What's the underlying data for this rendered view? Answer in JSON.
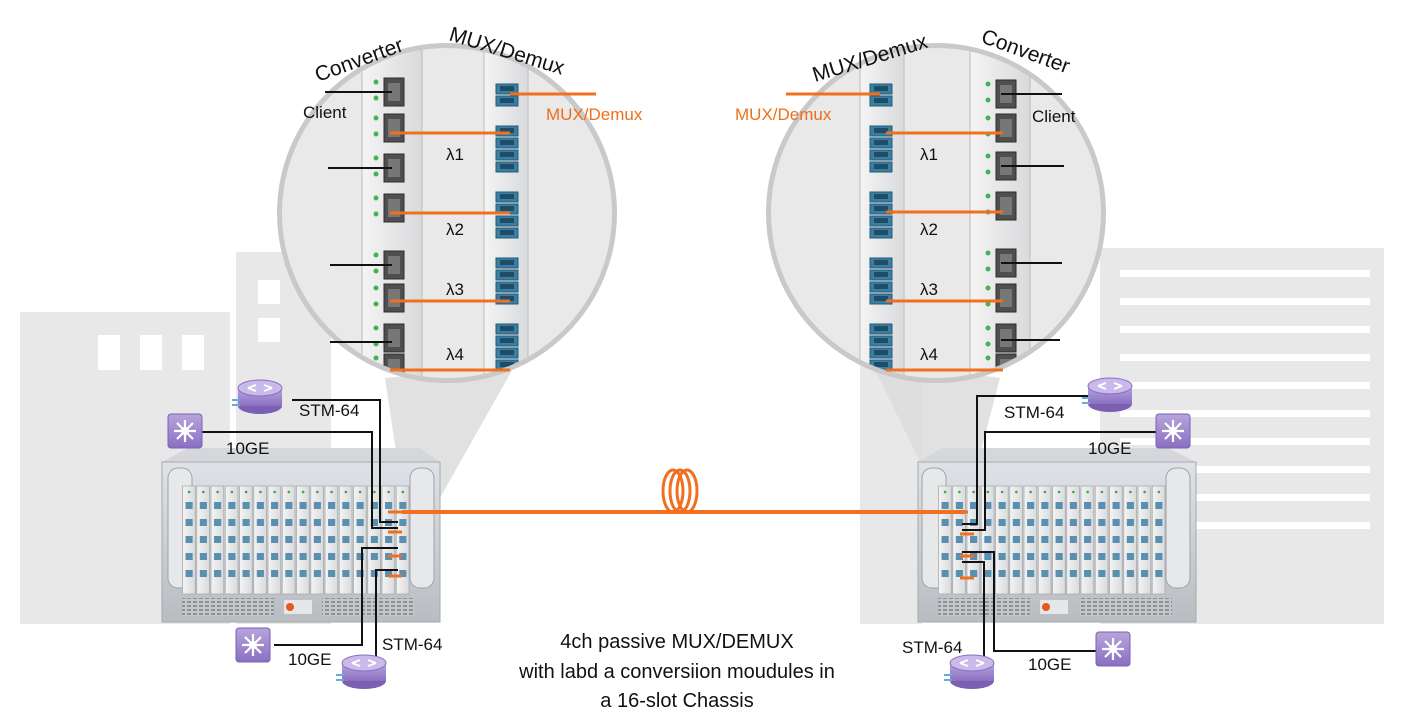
{
  "colors": {
    "fiber": "#f07020",
    "client_line": "#111111",
    "building": "#e8e8e8",
    "chassis": "#c9ccd0",
    "router_icon": "#9a7fc7"
  },
  "left_site": {
    "zoom": {
      "converter_title": "Converter",
      "mux_title": "MUX/Demux",
      "client_label": "Client",
      "mux_port_label": "MUX/Demux",
      "lambdas": [
        "λ1",
        "λ2",
        "λ3",
        "λ4"
      ]
    },
    "links": {
      "stm64_top": "STM-64",
      "ge_top": "10GE",
      "ge_bottom": "10GE",
      "stm64_bottom": "STM-64"
    }
  },
  "right_site": {
    "zoom": {
      "mux_title": "MUX/Demux",
      "converter_title": "Converter",
      "client_label": "Client",
      "mux_port_label": "MUX/Demux",
      "lambdas": [
        "λ1",
        "λ2",
        "λ3",
        "λ4"
      ]
    },
    "links": {
      "stm64_top": "STM-64",
      "ge_top": "10GE",
      "stm64_bottom": "STM-64",
      "ge_bottom": "10GE"
    }
  },
  "caption": {
    "line1": "4ch passive MUX/DEMUX",
    "line2": "with labd a conversiion moudules in",
    "line3": "a 16-slot Chassis"
  },
  "icons": {
    "router": "router-icon",
    "switch": "switch-icon",
    "fiber_coil": "fiber-coil-icon"
  }
}
